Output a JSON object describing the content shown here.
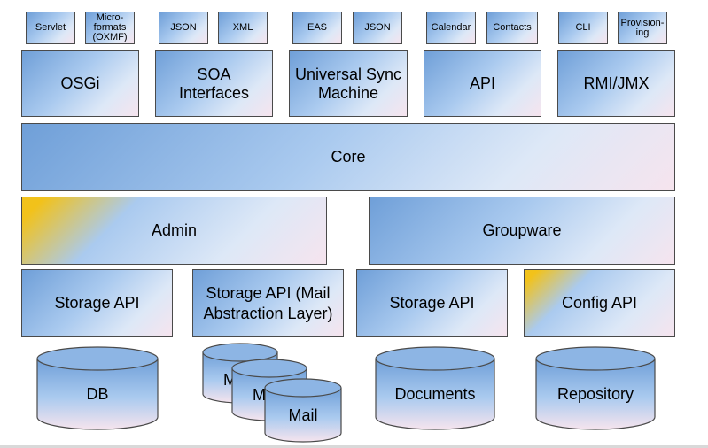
{
  "protocols": [
    "Servlet",
    "Micro-formats (OXMF)",
    "JSON",
    "XML",
    "EAS",
    "JSON",
    "Calendar",
    "Contacts",
    "CLI",
    "Provision-ing"
  ],
  "interfaces": [
    "OSGi",
    "SOA Interfaces",
    "Universal Sync Machine",
    "API",
    "RMI/JMX"
  ],
  "core": "Core",
  "services": {
    "admin": "Admin",
    "groupware": "Groupware"
  },
  "apis": [
    "Storage API",
    "Storage API (Mail Abstraction Layer)",
    "Storage API",
    "Config API"
  ],
  "stores": {
    "db": "DB",
    "mail_back": "M",
    "mail_mid": "M",
    "mail_front": "Mail",
    "documents": "Documents",
    "repository": "Repository"
  },
  "colors": {
    "blue": "#6f9fd8",
    "light_blue": "#aacaef",
    "pink": "#f6e4ee",
    "gold": "#f2c21a",
    "border": "#4a4a4a"
  }
}
